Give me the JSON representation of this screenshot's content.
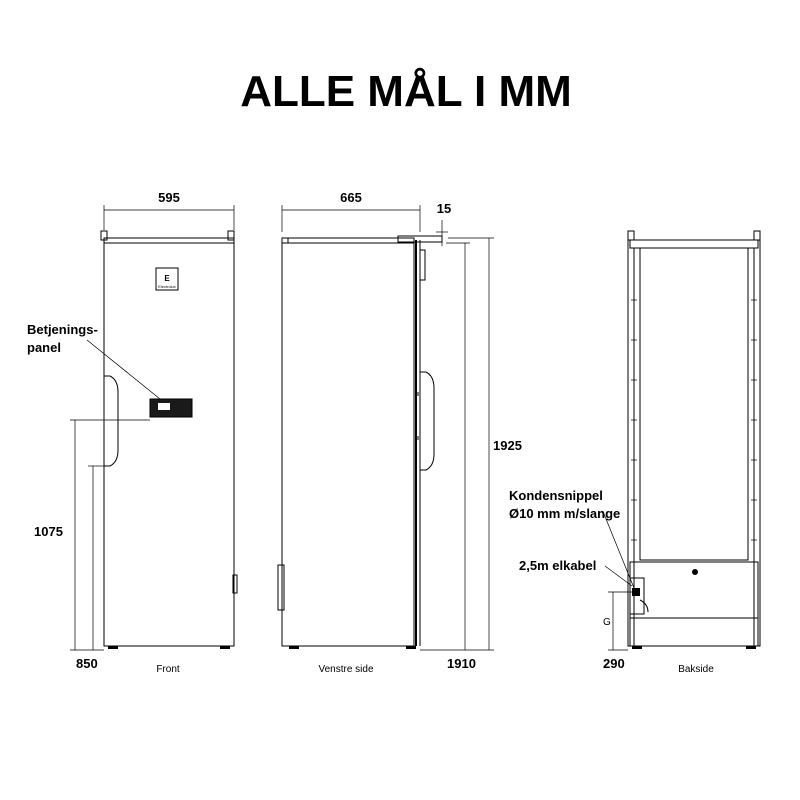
{
  "title": "ALLE MÅL I MM",
  "front": {
    "caption": "Front",
    "width_label": "595",
    "height_panel_label": "1075",
    "height_handle_label": "850",
    "panel_label_line1": "Betjenings-",
    "panel_label_line2": "panel",
    "logo_text": "Electrolux"
  },
  "side": {
    "caption": "Venstre side",
    "depth_label": "665",
    "door_gap_label": "15",
    "total_height_label": "1925",
    "body_height_label": "1910"
  },
  "back": {
    "caption": "Bakside",
    "nipple_label_line1": "Kondensnippel",
    "nipple_label_line2": "Ø10 mm m/slange",
    "cable_label": "2,5m elkabel",
    "g_label": "G",
    "g_height_label": "290"
  }
}
